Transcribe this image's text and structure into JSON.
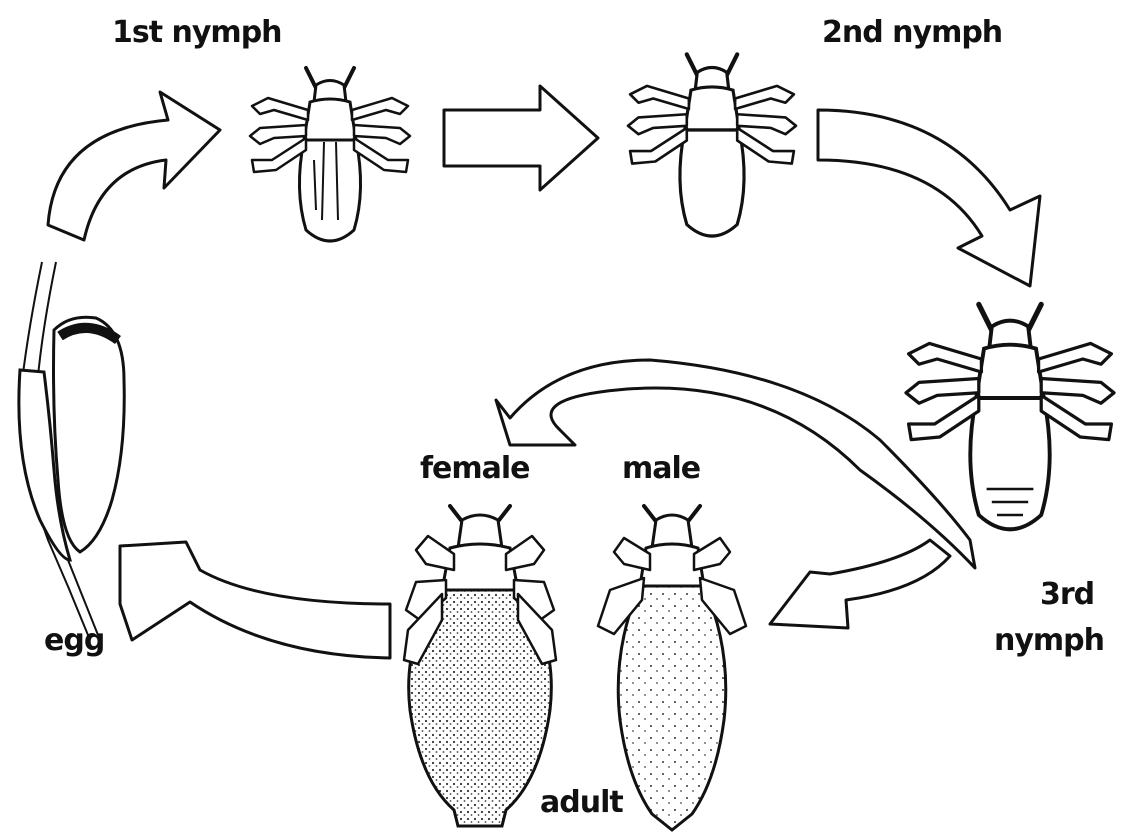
{
  "diagram": {
    "stages": {
      "egg": "egg",
      "nymph1": "1st nymph",
      "nymph2": "2nd nymph",
      "nymph3_line1": "3rd",
      "nymph3_line2": "nymph",
      "female": "female",
      "male": "male",
      "adult": "adult"
    },
    "icons": [
      "egg-on-hair-icon",
      "louse-nymph-icon",
      "louse-adult-female-icon",
      "louse-adult-male-icon",
      "cycle-arrow-icon"
    ]
  }
}
